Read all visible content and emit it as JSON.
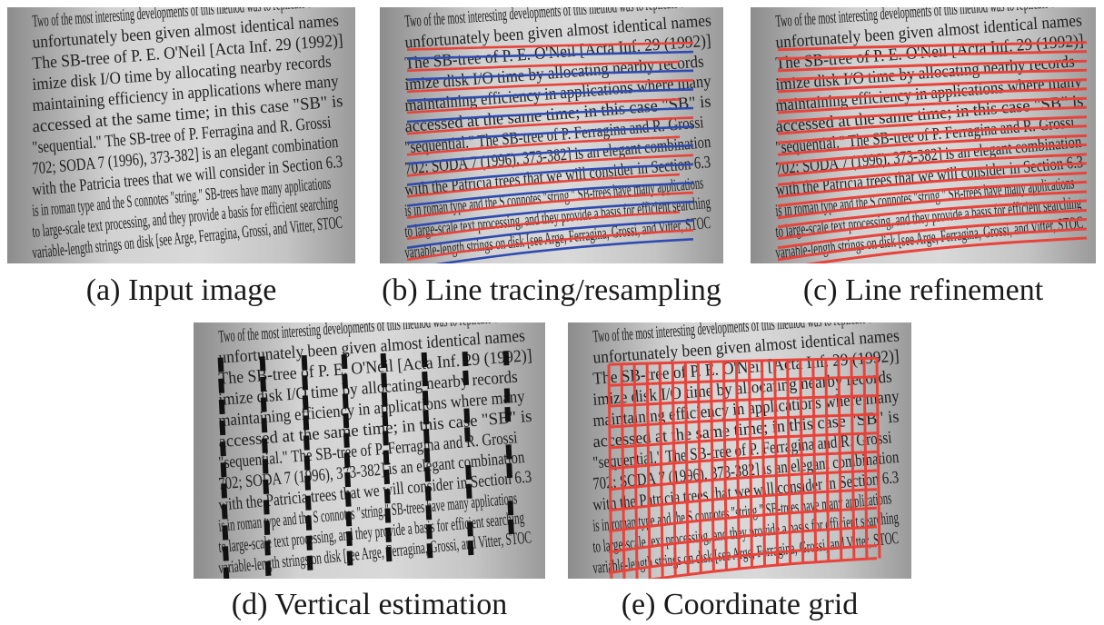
{
  "page_text_lines": [
    "Two of the most interesting developments of this method was to replicate blocks",
    "unfortunately been given almost identical names",
    "The SB-tree of P. E. O'Neil [Acta Inf. 29 (1992)]",
    "imize disk I/O time by allocating nearby records",
    "maintaining efficiency in applications where many",
    "accessed at the same time; in this case \"SB\" is",
    "\"sequential.\" The SB-tree of P. Ferragina and R. Grossi",
    "702; SODA 7 (1996), 373-382] is an elegant combination",
    "with the Patricia trees that we will consider in Section 6.3",
    "is in roman type and the S connotes \"string.\" SB-trees have many applications",
    "to large-scale text processing, and they provide a basis for efficient searching",
    "variable-length strings on disk [see Arge, Ferragina, Grossi, and Vitter, STOC"
  ],
  "panels": [
    {
      "id": "a",
      "caption": "(a) Input image"
    },
    {
      "id": "b",
      "caption": "(b) Line tracing/resampling"
    },
    {
      "id": "c",
      "caption": "(c) Line refinement"
    },
    {
      "id": "d",
      "caption": "(d) Vertical estimation"
    },
    {
      "id": "e",
      "caption": "(e) Coordinate grid"
    }
  ],
  "colors": {
    "trace_red": "#e8433a",
    "trace_blue": "#2f4bb0",
    "marker": "#111111",
    "grid_red": "#e8433a"
  }
}
